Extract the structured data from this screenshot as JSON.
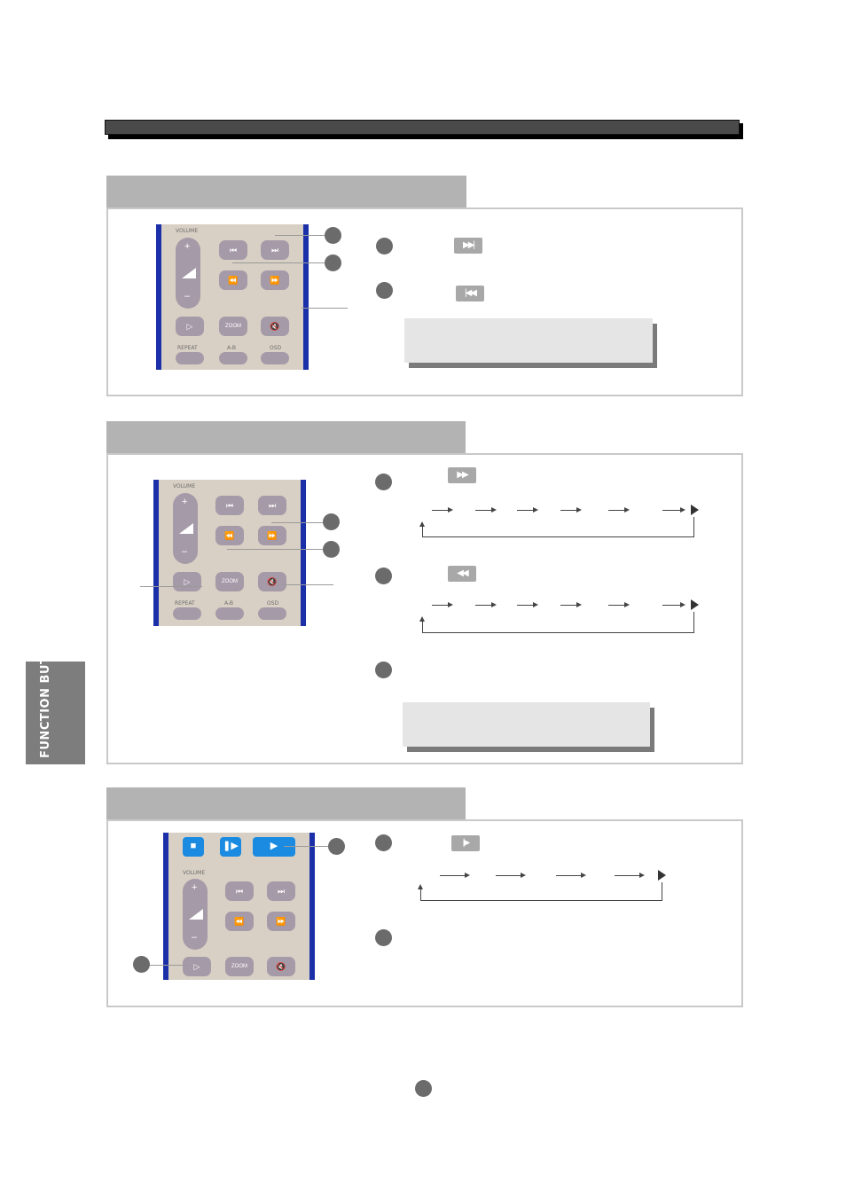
{
  "side_tab": {
    "label": "FUNCTION BUTTONS"
  },
  "remote_labels": {
    "volume": "VOLUME",
    "repeat": "REPEAT",
    "ab": "A-B",
    "osd": "OSD",
    "zoom": "ZOOM",
    "plus": "+",
    "minus": "–"
  },
  "icons": {
    "next": "next-track-icon",
    "prev": "prev-track-icon",
    "ffwd": "fast-forward-icon",
    "rew": "rewind-icon",
    "step": "step-play-icon",
    "mute": "mute-icon",
    "stop": "stop-icon",
    "pause": "pause-step-icon",
    "play": "play-icon"
  },
  "colors": {
    "title_bar": "#4a4a4a",
    "section_tab": "#b3b3b3",
    "remote_body": "#d8d0c4",
    "remote_edge": "#1b2fa8",
    "remote_button": "#a59aa8",
    "accent_blue": "#1a8be0"
  }
}
